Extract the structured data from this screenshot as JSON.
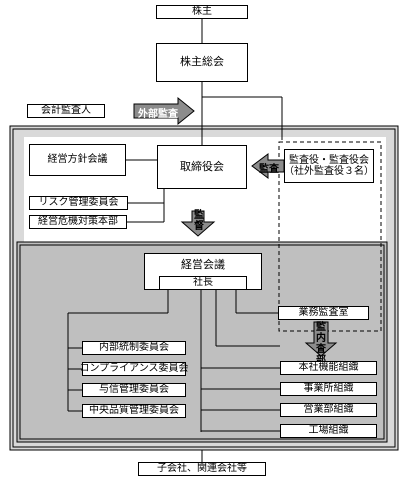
{
  "nodes": {
    "shareholders": "株主",
    "general_meeting": "株主総会",
    "accounting_auditor": "会計監査人",
    "board": "取締役会",
    "auditors_line1": "監査役・監査役会",
    "auditors_line2": "（社外監査役３名）",
    "policy_council": "経営方針会議",
    "risk_committee": "リスク管理委員会",
    "crisis_hq": "経営危機対策本部",
    "management_council": "経営会議",
    "president": "社長",
    "internal_audit": "業務監査室",
    "internal_control": "内部統制委員会",
    "compliance": "コンプライアンス委員会",
    "credit": "与信管理委員会",
    "quality": "中央品質管理委員会",
    "hq_functions": "本社機能組織",
    "business_sites": "事業所組織",
    "sales": "営業部組織",
    "factory": "工場組織",
    "subsidiaries": "子会社、関連会社等"
  },
  "arrows": {
    "external_audit": "外部監査",
    "audit": "監査",
    "supervision": "監督",
    "internal_audit_flow": "監内査部"
  },
  "colors": {
    "outer_frame_fill": "#d9d9d9",
    "inner_panel_fill": "#bfbfbf",
    "arrow_fill": "#8c8c8c",
    "box_fill": "#ffffff"
  }
}
